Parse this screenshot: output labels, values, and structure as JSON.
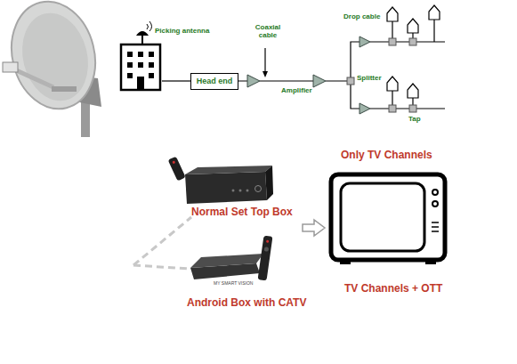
{
  "diagram": {
    "nodes": [
      {
        "text": [
          "Picking antenna"
        ]
      },
      {
        "text": [
          "Head end"
        ]
      },
      {
        "text": [
          "Normal Set Top Box"
        ]
      },
      {
        "text": [
          "Android Box with CATV"
        ]
      },
      {
        "text": [
          "Only TV Channels",
          "TV Channels + OTT"
        ]
      }
    ],
    "edges": [
      {
        "from": 0,
        "to": 1,
        "arrow": "none"
      },
      {
        "from": 2,
        "to": 4,
        "arrow": "to"
      }
    ],
    "labels": [
      "Coaxial cable",
      "Amplifier",
      "Drop cable",
      "Splitter",
      "Tap",
      "MY SMART VISION"
    ]
  }
}
